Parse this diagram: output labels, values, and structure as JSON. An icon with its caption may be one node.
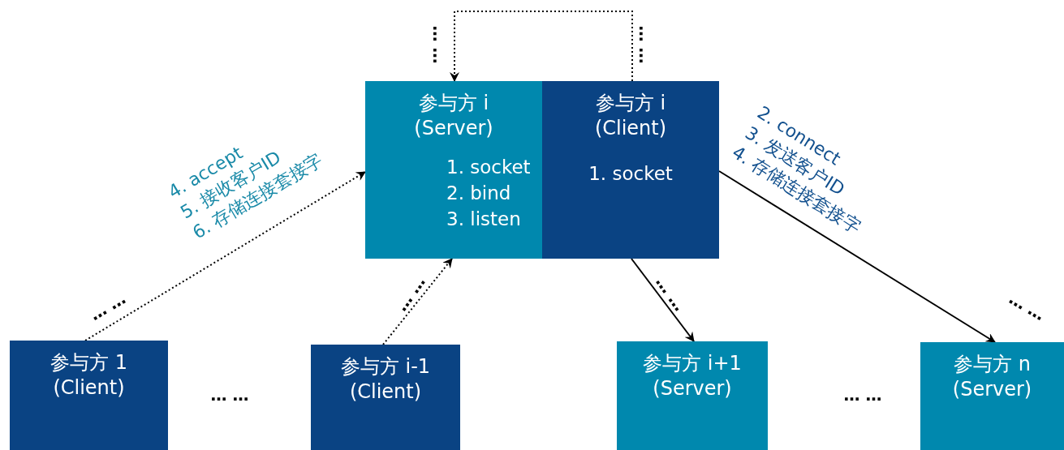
{
  "diagram": {
    "nodes": [
      {
        "text": [
          "参与方 i (Server)",
          "1. socket",
          "2. bind",
          "3. listen"
        ]
      },
      {
        "text": [
          "参与方 i (Client)",
          "1. socket"
        ]
      },
      {
        "text": [
          "参与方 1 (Client)"
        ]
      },
      {
        "text": [
          "参与方 i-1 (Client)"
        ]
      },
      {
        "text": [
          "参与方 i+1 (Server)"
        ]
      },
      {
        "text": [
          "参与方 n (Server)"
        ]
      }
    ],
    "edges": [
      {
        "from": 1,
        "to": 0,
        "arrow": "to",
        "style": "dashed"
      },
      {
        "from": 2,
        "to": 0,
        "arrow": "to",
        "style": "dashed"
      },
      {
        "from": 3,
        "to": 0,
        "arrow": "to",
        "style": "dashed"
      },
      {
        "from": 1,
        "to": 4,
        "arrow": "to"
      },
      {
        "from": 1,
        "to": 5,
        "arrow": "to"
      }
    ],
    "labels": [
      "4. accept",
      "5. 接收客户ID",
      "6. 存储连接套接字",
      "2. connect",
      "3. 发送客户ID",
      "4. 存储连接套接字",
      "… …",
      "… …",
      "… …",
      "… …",
      "… …",
      "… …",
      "… …",
      "… …"
    ]
  }
}
